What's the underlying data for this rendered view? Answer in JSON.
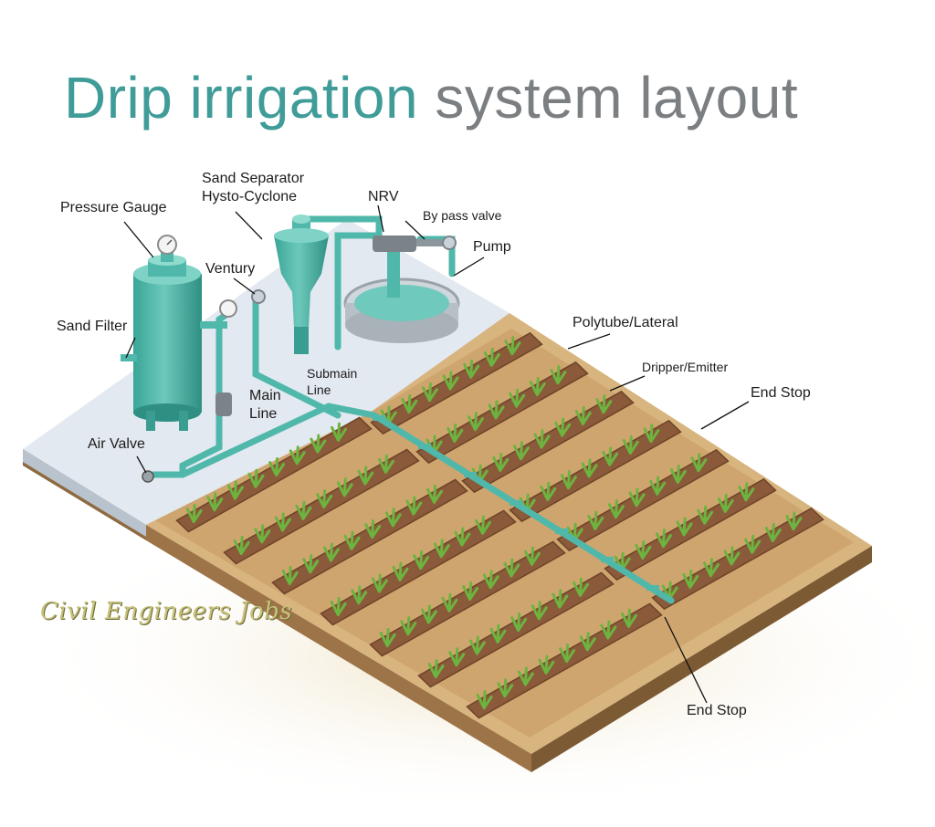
{
  "title": {
    "part1": "Drip irrigation",
    "part2": "system layout"
  },
  "labels": {
    "sand_separator": "Sand Separator\nHysto-Cyclone",
    "pressure_gauge": "Pressure Gauge",
    "nrv": "NRV",
    "bypass_valve": "By pass valve",
    "pump": "Pump",
    "venturi": "Ventury",
    "sand_filter": "Sand Filter",
    "polytube": "Polytube/Lateral",
    "submain": "Submain\nLine",
    "dripper": "Dripper/Emitter",
    "main_line": "Main\nLine",
    "end_stop_top": "End Stop",
    "air_valve": "Air Valve",
    "end_stop_bottom": "End Stop"
  },
  "watermark": "Civil Engineers Jobs",
  "colors": {
    "title_accent": "#3f9c98",
    "title_gray": "#7b7f82",
    "equipment": "#4fb8aa",
    "soil": "#c69a66",
    "bed": "#8a5a3a",
    "crop": "#6db33f",
    "pad": "#dfe6ee"
  }
}
